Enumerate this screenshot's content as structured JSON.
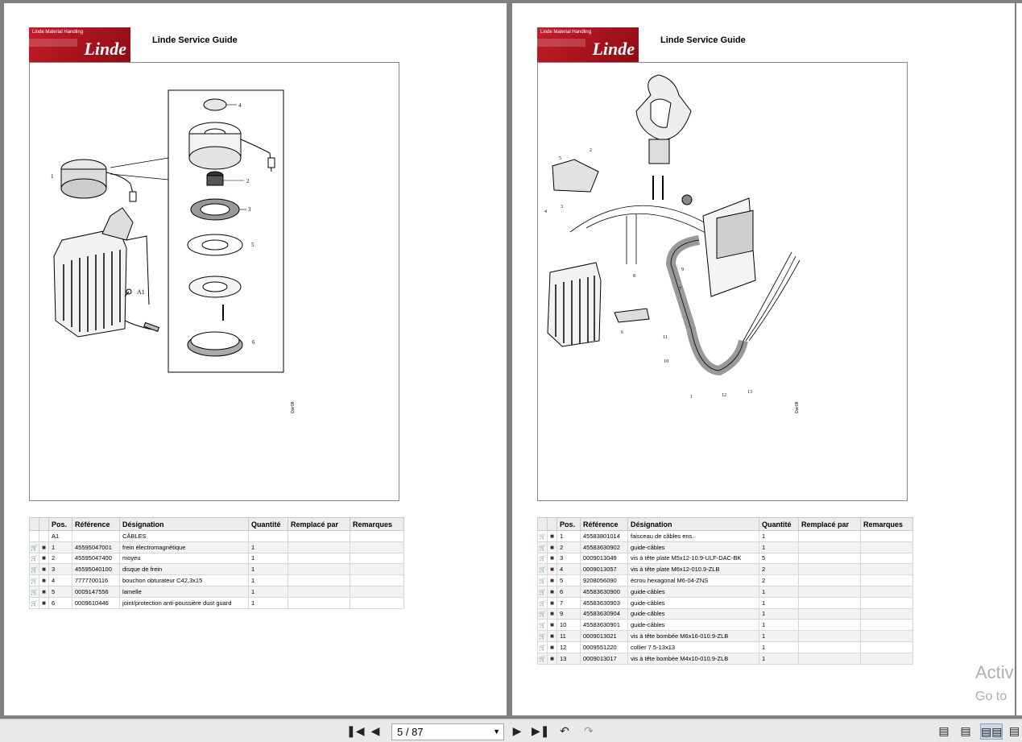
{
  "viewer": {
    "current_page": "5",
    "page_separator": "/",
    "total_pages": "87",
    "watermark_line1": "Activ",
    "watermark_line2": "Go to"
  },
  "brand": {
    "company_small": "Linde Material Handling",
    "wordmark": "Linde",
    "color": "#c41e2a"
  },
  "left_page": {
    "header_title": "Linde Service Guide",
    "figure_labels": {
      "a1": "A1",
      "p1": "1",
      "p2": "2",
      "p3": "3",
      "p4": "4",
      "p5": "5",
      "p6": "6",
      "code": "Dwr08"
    },
    "columns": [
      "Pos.",
      "Référence",
      "Désignation",
      "Quantité",
      "Remplacé par",
      "Remarques"
    ],
    "rows": [
      {
        "pos": "A1",
        "ref": "",
        "des": "CÂBLES",
        "qty": "",
        "icons": false
      },
      {
        "pos": "1",
        "ref": "45595047001",
        "des": "frein électromagnétique",
        "qty": "1",
        "icons": true
      },
      {
        "pos": "2",
        "ref": "45595047400",
        "des": "moyeu",
        "qty": "1",
        "icons": true
      },
      {
        "pos": "3",
        "ref": "45595040100",
        "des": "disque de frein",
        "qty": "1",
        "icons": true
      },
      {
        "pos": "4",
        "ref": "7777700116",
        "des": "bouchon obturateur C42,3x15",
        "qty": "1",
        "icons": true
      },
      {
        "pos": "5",
        "ref": "0009147556",
        "des": "lamelle",
        "qty": "1",
        "icons": true
      },
      {
        "pos": "6",
        "ref": "0009610446",
        "des": "joint/protection anti-poussière dust guard",
        "qty": "1",
        "icons": true
      }
    ]
  },
  "right_page": {
    "header_title": "Linde Service Guide",
    "figure_labels": {
      "p1": "1",
      "p2": "2",
      "p3": "3",
      "p4": "4",
      "p5": "5",
      "p6": "6",
      "p7": "7",
      "p8": "8",
      "p9": "9",
      "p10": "10",
      "p11": "11",
      "p12": "12",
      "p13": "13",
      "code": "Dwr08"
    },
    "columns": [
      "Pos.",
      "Référence",
      "Désignation",
      "Quantité",
      "Remplacé par",
      "Remarques"
    ],
    "rows": [
      {
        "pos": "1",
        "ref": "45583801014",
        "des": "faisceau de câbles ens.",
        "qty": "1",
        "icons": true
      },
      {
        "pos": "2",
        "ref": "45583630902",
        "des": "guide-câbles",
        "qty": "1",
        "icons": true
      },
      {
        "pos": "3",
        "ref": "0009013049",
        "des": "vis à tête plate M5x12-10.9-ULF-DAC-BK",
        "qty": "5",
        "icons": true
      },
      {
        "pos": "4",
        "ref": "0009013057",
        "des": "vis à tête plate M6x12-010.9-ZLB",
        "qty": "2",
        "icons": true
      },
      {
        "pos": "5",
        "ref": "9208056090",
        "des": "écrou hexagonal M6-04-ZNS",
        "qty": "2",
        "icons": true
      },
      {
        "pos": "6",
        "ref": "45583630900",
        "des": "guide-câbles",
        "qty": "1",
        "icons": true
      },
      {
        "pos": "7",
        "ref": "45583630903",
        "des": "guide-câbles",
        "qty": "1",
        "icons": true
      },
      {
        "pos": "9",
        "ref": "45583630904",
        "des": "guide-câbles",
        "qty": "1",
        "icons": true
      },
      {
        "pos": "10",
        "ref": "45583630901",
        "des": "guide-câbles",
        "qty": "1",
        "icons": true
      },
      {
        "pos": "11",
        "ref": "0009013021",
        "des": "vis à tête bombée M6x16-010.9-ZLB",
        "qty": "1",
        "icons": true
      },
      {
        "pos": "12",
        "ref": "0009551220",
        "des": "collier 7.5-13x13",
        "qty": "1",
        "icons": true
      },
      {
        "pos": "13",
        "ref": "0009013017",
        "des": "vis à tête bombée M4x10-010.9-ZLB",
        "qty": "1",
        "icons": true
      }
    ]
  },
  "icons": {
    "cart": "cart-icon",
    "doc": "document-icon"
  }
}
